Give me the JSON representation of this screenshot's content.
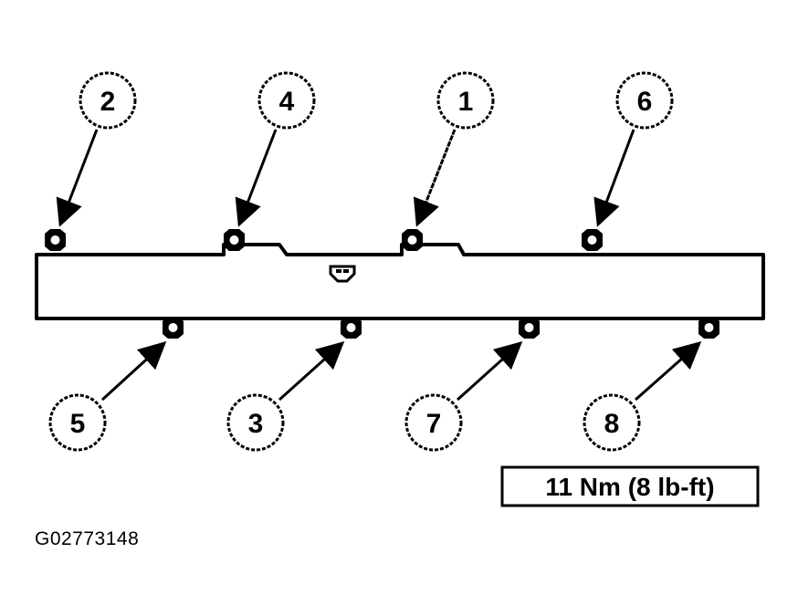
{
  "figure_id": "G02773148",
  "torque_spec": "11 Nm (8 lb-ft)",
  "callouts": {
    "c1": "1",
    "c2": "2",
    "c3": "3",
    "c4": "4",
    "c5": "5",
    "c6": "6",
    "c7": "7",
    "c8": "8"
  },
  "colors": {
    "ink": "#000000",
    "paper": "#ffffff"
  }
}
